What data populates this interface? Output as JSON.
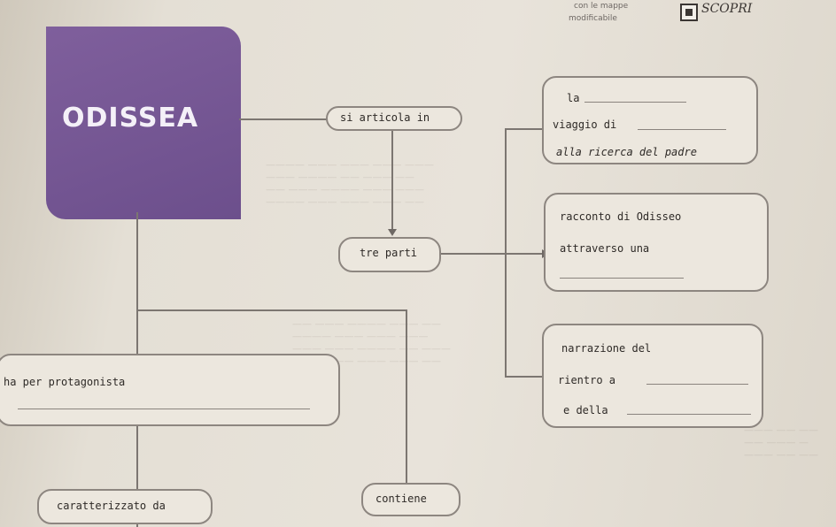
{
  "header": {
    "line1": "con le mappe",
    "line2": "modificabile",
    "scribble": "SCOPRI"
  },
  "title": "ODISSEA",
  "nodes": {
    "si_articola": "si articola in",
    "tre_parti": "tre parti",
    "protagonista": "ha per protagonista",
    "caratterizzato": "caratterizzato da",
    "contiene": "contiene"
  },
  "box1": {
    "line1": "la",
    "line2": "viaggio di",
    "line3": "alla ricerca del padre"
  },
  "box2": {
    "line1": "racconto di Odisseo",
    "line2": "attraverso una"
  },
  "box3": {
    "line1": "narrazione del",
    "line2": "rientro a",
    "line3": "e della"
  }
}
